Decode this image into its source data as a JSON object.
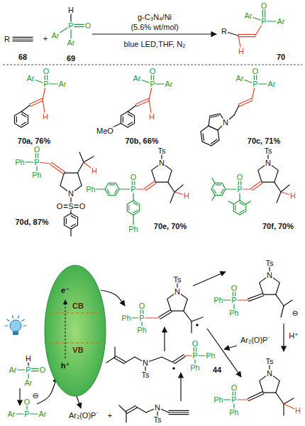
{
  "diagram": {
    "nodes": [
      {
        "text": [
          "CB",
          "VB",
          "e⁻",
          "h⁺"
        ]
      }
    ],
    "labels": [
      "R",
      "68",
      "+",
      "H",
      "P",
      "O",
      "Ar",
      "Ar",
      "69",
      "g-C₃N₄/Ni",
      "(5.6% wt/mol)",
      "blue LED,THF, N₂",
      "O",
      "P",
      "Ar",
      "Ar",
      "R",
      "H",
      "70",
      "O",
      "P",
      "Ar",
      "Ar",
      "H",
      "70a, 76%",
      "O",
      "P",
      "Ar",
      "Ar",
      "H",
      "MeO",
      "70b, 66%",
      "O",
      "P",
      "Ar",
      "Ar",
      "N",
      "70c, 71%",
      "O",
      "P",
      "Ph",
      "Ph",
      "N",
      "S",
      "O",
      "O",
      "H",
      "70d, 87%",
      "Ts",
      "N",
      "O",
      "P",
      "Ph",
      "Ph",
      "H",
      "70e, 70%",
      "Ts",
      "N",
      "O",
      "P",
      "H",
      "70f, 70%",
      "Ar",
      "H",
      "P",
      "O",
      "Ar",
      "Ar",
      "P",
      "O",
      "⊖",
      "Ar",
      "Ar₂(O)P˙",
      "+",
      "N",
      "Ts",
      "N",
      "Ts",
      "O",
      "P",
      "Ph",
      "Ph",
      "Ts",
      "N",
      "O",
      "P",
      "Ph",
      "Ph",
      "Ts",
      "N",
      "O",
      "P",
      "Ph",
      "Ph",
      "⊖",
      "H⁺",
      "Ar₂(O)P˙",
      "44",
      "Ts",
      "N",
      "O",
      "P",
      "Ph",
      "Ph",
      "H"
    ]
  }
}
